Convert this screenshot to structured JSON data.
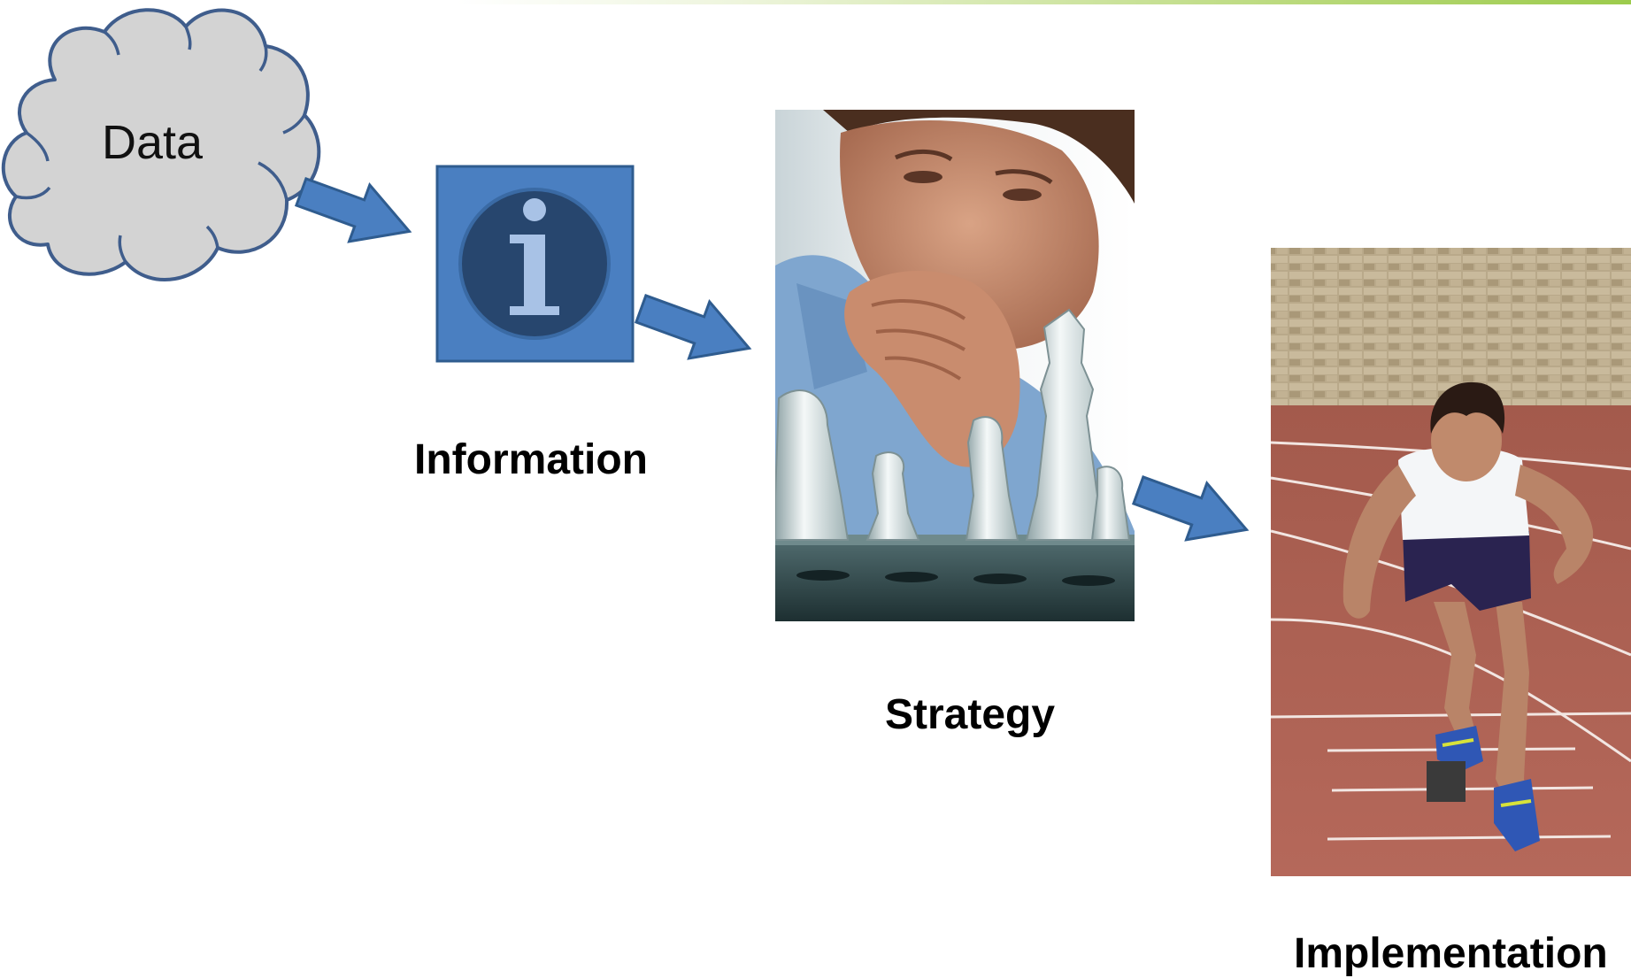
{
  "stages": {
    "data": {
      "label": "Data"
    },
    "information": {
      "label": "Information"
    },
    "strategy": {
      "label": "Strategy"
    },
    "implementation": {
      "label": "Implementation"
    }
  },
  "icons": {
    "information": "info-icon",
    "strategy": "chess-player-photo",
    "implementation": "sprinter-photo",
    "connector": "right-arrow"
  },
  "colors": {
    "cloud_fill": "#d3d3d3",
    "cloud_stroke": "#3f5d8c",
    "arrow_fill": "#4a7fc1",
    "arrow_stroke": "#2f5c8f",
    "info_box": "#4a7fc1",
    "info_circle": "#27466e",
    "info_glyph": "#a8c2e6",
    "accent_bar": "#9ccb4c"
  }
}
